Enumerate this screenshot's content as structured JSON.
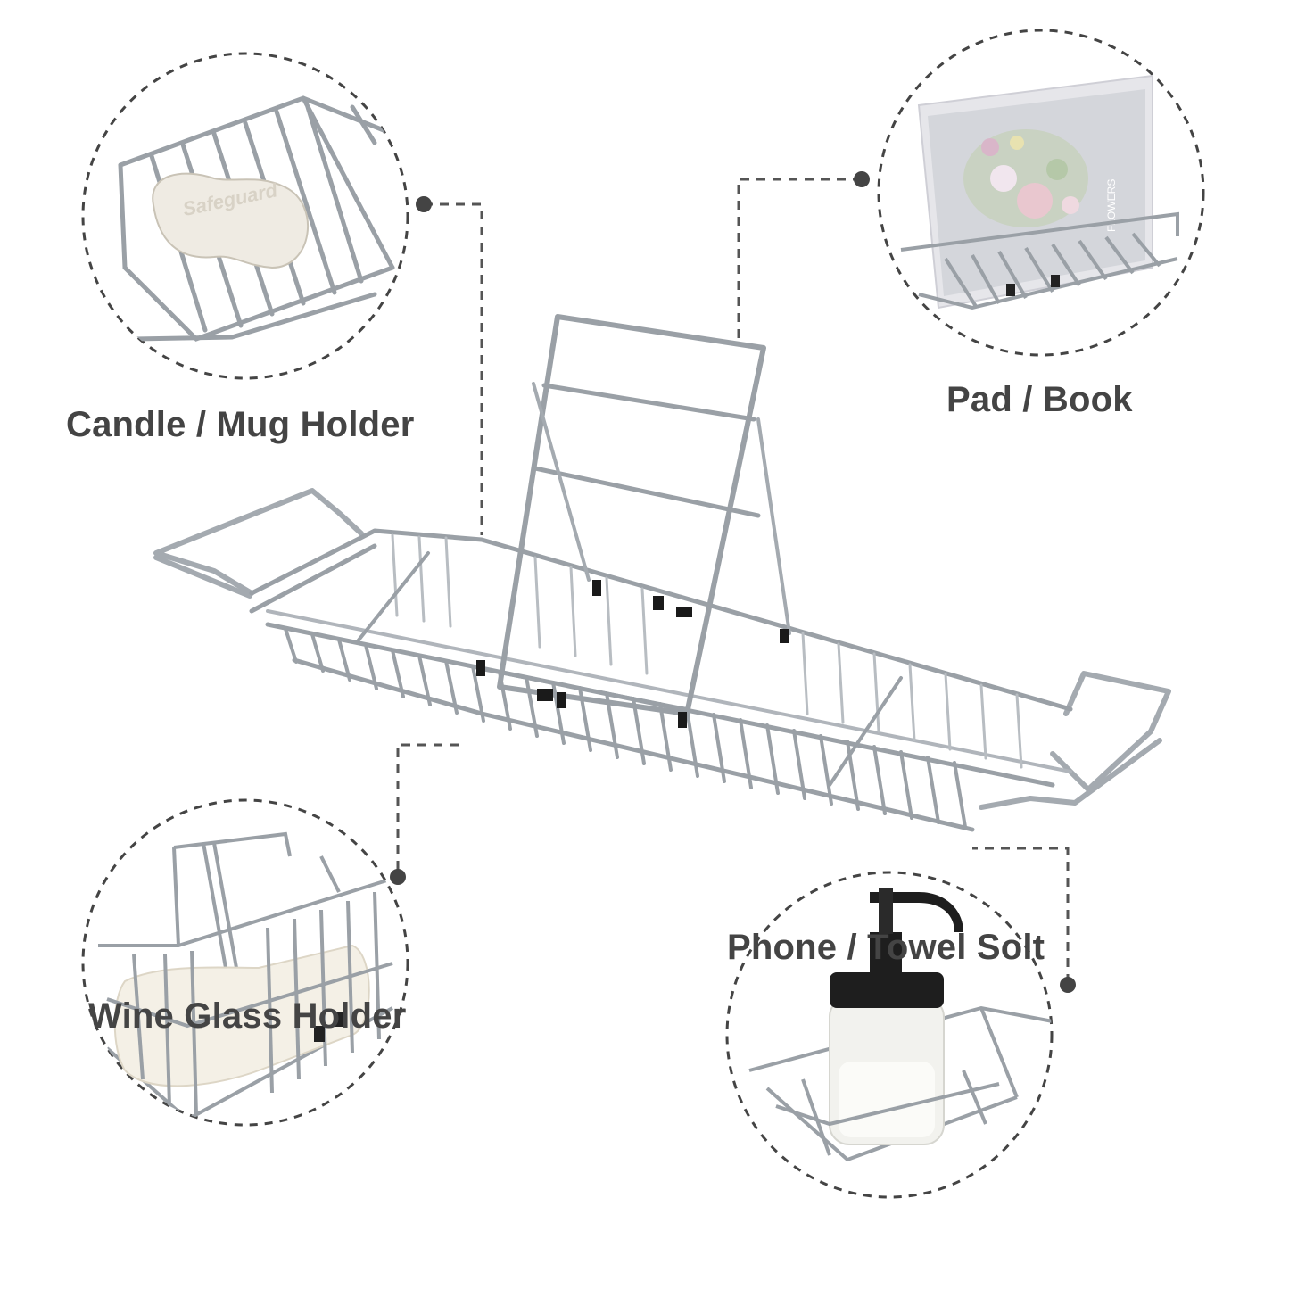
{
  "callouts": [
    {
      "id": "candle",
      "label": "Candle / Mug Holder",
      "icon": "soap-dish-closeup"
    },
    {
      "id": "pad",
      "label": "Pad / Book",
      "icon": "book-stand-closeup"
    },
    {
      "id": "wine",
      "label": "Wine Glass Holder",
      "icon": "towel-basket-closeup"
    },
    {
      "id": "phone",
      "label": "Phone / Towel Solt",
      "icon": "soap-dispenser-closeup"
    }
  ],
  "product": {
    "icon": "bathtub-caddy-tray"
  },
  "soap_brand": "Safeguard",
  "book_title": "FLOWERS",
  "colors": {
    "label_text": "#444444",
    "dashed_line": "#555555",
    "chrome": "#9aa0a6",
    "chrome_light": "#d9dde1",
    "background": "#ffffff"
  }
}
